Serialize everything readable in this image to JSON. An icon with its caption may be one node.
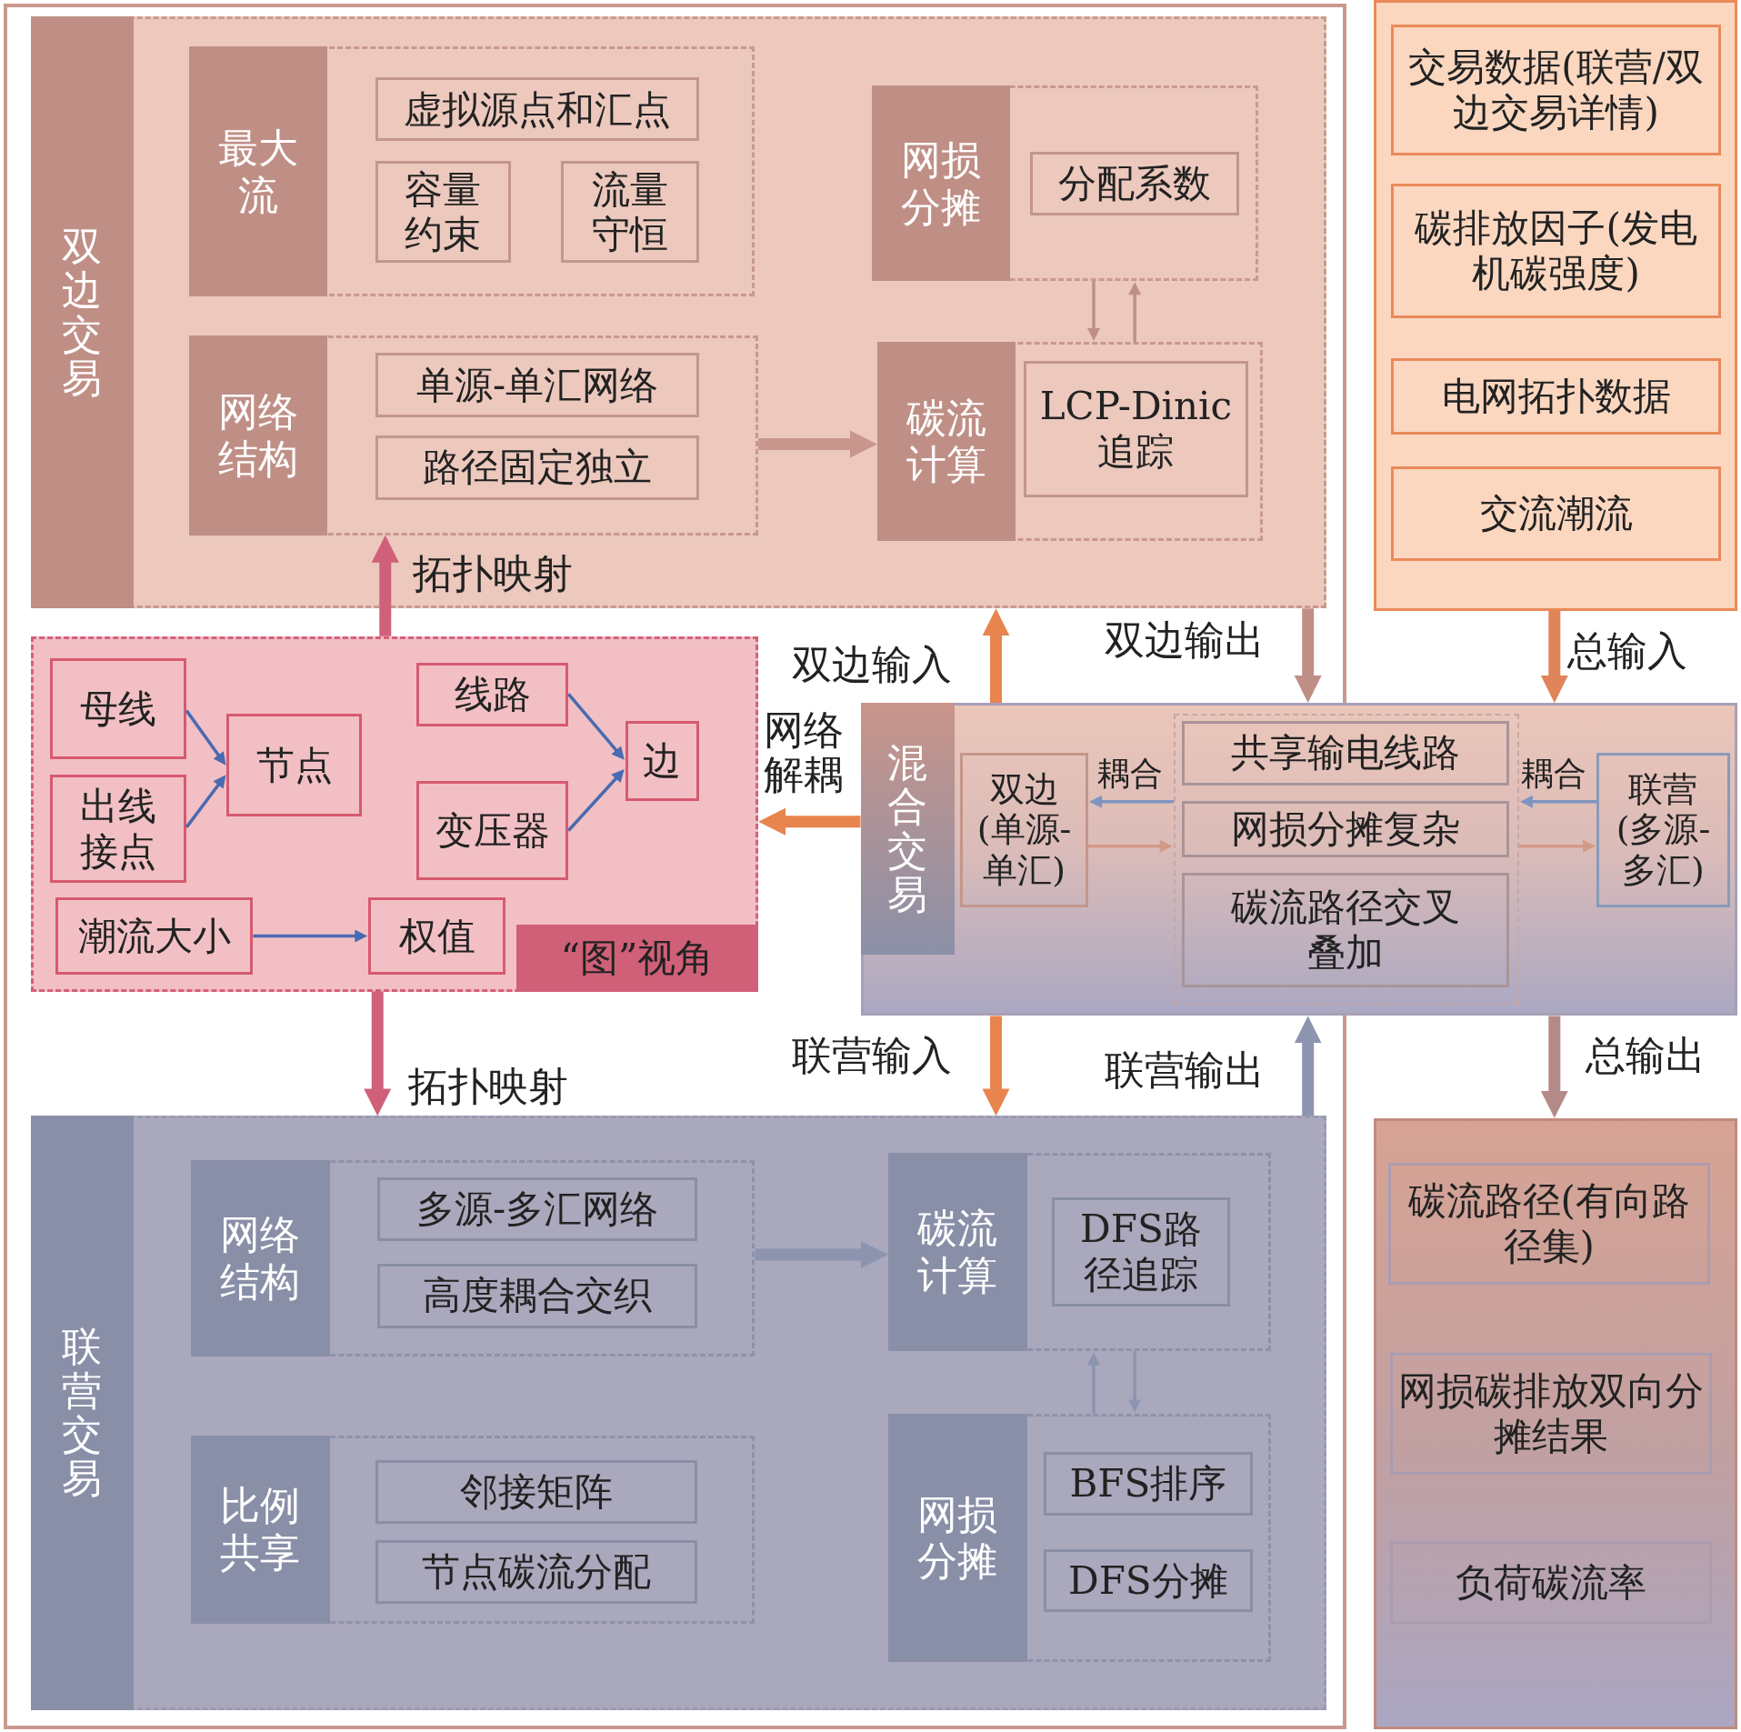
{
  "diagram": {
    "nodes": [
      {
        "text": [
          "双边交易"
        ]
      },
      {
        "text": [
          "最大流"
        ],
        "in": 0
      },
      {
        "text": [
          "虚拟源点和汇点"
        ],
        "in": 1
      },
      {
        "text": [
          "容量约束"
        ],
        "in": 1
      },
      {
        "text": [
          "流量守恒"
        ],
        "in": 1
      },
      {
        "text": [
          "网络结构"
        ],
        "in": 0
      },
      {
        "text": [
          "单源-单汇网络"
        ],
        "in": 5
      },
      {
        "text": [
          "路径固定独立"
        ],
        "in": 5
      },
      {
        "text": [
          "网损分摊"
        ],
        "in": 0
      },
      {
        "text": [
          "分配系数"
        ],
        "in": 8
      },
      {
        "text": [
          "碳流计算"
        ],
        "in": 0
      },
      {
        "text": [
          "LCP-Dinic追踪"
        ],
        "in": 10
      },
      {
        "text": [],
        "shape": "box"
      },
      {
        "text": [
          "交易数据(联营/双边交易详情)"
        ],
        "in": 12
      },
      {
        "text": [
          "碳排放因子(发电机碳强度)"
        ],
        "in": 12
      },
      {
        "text": [
          "电网拓扑数据"
        ],
        "in": 12
      },
      {
        "text": [
          "交流潮流"
        ],
        "in": 12
      },
      {
        "text": [
          "“图”视角"
        ]
      },
      {
        "text": [
          "母线"
        ],
        "in": 17
      },
      {
        "text": [
          "出线接点"
        ],
        "in": 17
      },
      {
        "text": [
          "节点"
        ],
        "in": 17
      },
      {
        "text": [
          "线路"
        ],
        "in": 17
      },
      {
        "text": [
          "变压器"
        ],
        "in": 17
      },
      {
        "text": [
          "边"
        ],
        "in": 17
      },
      {
        "text": [
          "潮流大小"
        ],
        "in": 17
      },
      {
        "text": [
          "权值"
        ],
        "in": 17
      },
      {
        "text": [
          "混合交易"
        ]
      },
      {
        "text": [
          "双边(单源-单汇)"
        ],
        "in": 26
      },
      {
        "text": [],
        "shape": "box",
        "in": 26
      },
      {
        "text": [
          "共享输电线路"
        ],
        "in": 28
      },
      {
        "text": [
          "网损分摊复杂"
        ],
        "in": 28
      },
      {
        "text": [
          "碳流路径交叉叠加"
        ],
        "in": 28
      },
      {
        "text": [
          "联营(多源-多汇)"
        ],
        "in": 26
      },
      {
        "text": [
          "联营交易"
        ]
      },
      {
        "text": [
          "网络结构"
        ],
        "in": 33
      },
      {
        "text": [
          "多源-多汇网络"
        ],
        "in": 34
      },
      {
        "text": [
          "高度耦合交织"
        ],
        "in": 34
      },
      {
        "text": [
          "比例共享"
        ],
        "in": 33
      },
      {
        "text": [
          "邻接矩阵"
        ],
        "in": 37
      },
      {
        "text": [
          "节点碳流分配"
        ],
        "in": 37
      },
      {
        "text": [
          "碳流计算"
        ],
        "in": 33
      },
      {
        "text": [
          "DFS路径追踪"
        ],
        "in": 40
      },
      {
        "text": [
          "网损分摊"
        ],
        "in": 33
      },
      {
        "text": [
          "BFS排序"
        ],
        "in": 42
      },
      {
        "text": [
          "DFS分摊"
        ],
        "in": 42
      },
      {
        "text": [],
        "shape": "box"
      },
      {
        "text": [
          "碳流路径(有向路径集)"
        ],
        "in": 45
      },
      {
        "text": [
          "网损碳排放双向分摊结果"
        ],
        "in": 45
      },
      {
        "text": [
          "负荷碳流率"
        ],
        "in": 45
      }
    ],
    "edges": [
      {
        "from": 5,
        "to": 10,
        "arrow": "to",
        "style": "thick",
        "color": "#c8968c"
      },
      {
        "from": 8,
        "to": 10,
        "arrow": "to",
        "color": "#bf8f86"
      },
      {
        "from": 10,
        "to": 8,
        "arrow": "to",
        "color": "#bf8f86"
      },
      {
        "from": 18,
        "to": 20,
        "arrow": "to"
      },
      {
        "from": 19,
        "to": 20,
        "arrow": "to"
      },
      {
        "from": 21,
        "to": 23,
        "arrow": "to"
      },
      {
        "from": 22,
        "to": 23,
        "arrow": "to"
      },
      {
        "from": 24,
        "to": 25,
        "arrow": "to"
      },
      {
        "from": 17,
        "to": 5,
        "arrow": "to",
        "label": "拓扑映射",
        "style": "thick",
        "color": "#d0607a"
      },
      {
        "from": 26,
        "to": 0,
        "arrow": "to",
        "label": "双边输入",
        "style": "thick",
        "color": "#e8844e"
      },
      {
        "from": 0,
        "to": 26,
        "arrow": "to",
        "label": "双边输出",
        "style": "thick",
        "color": "#bf8f86"
      },
      {
        "from": 26,
        "to": 17,
        "arrow": "to",
        "label": "网络解耦",
        "style": "thick",
        "color": "#e8844e"
      },
      {
        "from": 12,
        "to": 26,
        "arrow": "to",
        "label": "总输入",
        "style": "thick",
        "color": "#e0845a"
      },
      {
        "from": 28,
        "to": 27,
        "arrow": "to",
        "label": "耦合",
        "color": "#7f95c0"
      },
      {
        "from": 27,
        "to": 28,
        "arrow": "to",
        "color": "#d49a88"
      },
      {
        "from": 32,
        "to": 28,
        "arrow": "to",
        "label": "耦合",
        "color": "#7f95c0"
      },
      {
        "from": 28,
        "to": 32,
        "arrow": "to",
        "color": "#d49a88"
      },
      {
        "from": 17,
        "to": 33,
        "arrow": "to",
        "label": "拓扑映射",
        "style": "thick",
        "color": "#d0607a"
      },
      {
        "from": 26,
        "to": 33,
        "arrow": "to",
        "label": "联营输入",
        "style": "thick",
        "color": "#e8844e"
      },
      {
        "from": 33,
        "to": 26,
        "arrow": "to",
        "label": "联营输出",
        "style": "thick",
        "color": "#8c94b0"
      },
      {
        "from": 26,
        "to": 45,
        "arrow": "to",
        "label": "总输出",
        "style": "thick",
        "color": "#b48a88"
      },
      {
        "from": 34,
        "to": 40,
        "arrow": "to",
        "style": "thick",
        "color": "#8c94b0"
      },
      {
        "from": 42,
        "to": 40,
        "arrow": "to",
        "color": "#8c94b0"
      },
      {
        "from": 40,
        "to": 42,
        "arrow": "to",
        "color": "#8c94b0"
      }
    ]
  }
}
